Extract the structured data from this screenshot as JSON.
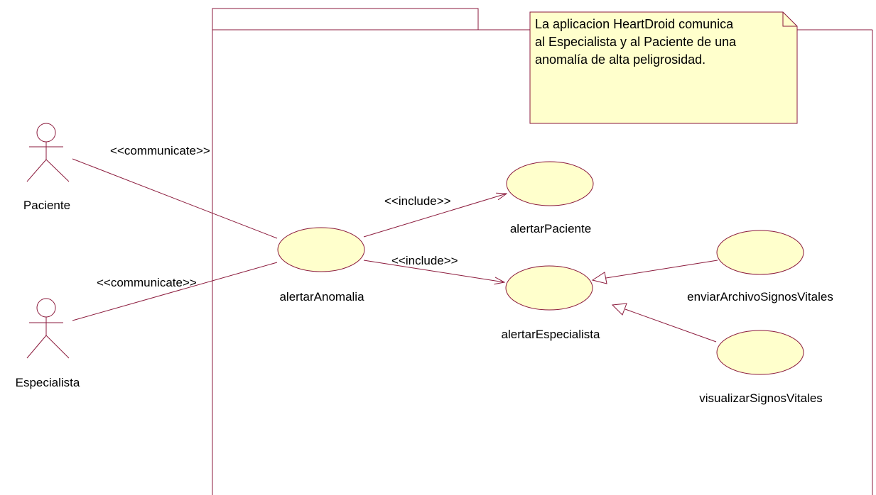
{
  "colors": {
    "line": "#8b1a3c",
    "use_case_fill": "#ffffcc",
    "note_fill": "#ffffcc",
    "text": "#000000",
    "background": "#ffffff"
  },
  "note": {
    "lines": [
      "La aplicacion HeartDroid comunica",
      "al Especialista y al Paciente de una",
      "anomalía de alta peligrosidad."
    ]
  },
  "actors": [
    {
      "id": "paciente",
      "label": "Paciente"
    },
    {
      "id": "especialista",
      "label": "Especialista"
    }
  ],
  "use_cases": [
    {
      "id": "alertarAnomalia",
      "label": "alertarAnomalia"
    },
    {
      "id": "alertarPaciente",
      "label": "alertarPaciente"
    },
    {
      "id": "alertarEspecialista",
      "label": "alertarEspecialista"
    },
    {
      "id": "enviarArchivoSignosVitales",
      "label": "enviarArchivoSignosVitales"
    },
    {
      "id": "visualizarSignosVitales",
      "label": "visualizarSignosVitales"
    }
  ],
  "relationships": [
    {
      "from": "paciente",
      "to": "alertarAnomalia",
      "type": "communicate",
      "label": "<<communicate>>"
    },
    {
      "from": "especialista",
      "to": "alertarAnomalia",
      "type": "communicate",
      "label": "<<communicate>>"
    },
    {
      "from": "alertarAnomalia",
      "to": "alertarPaciente",
      "type": "include",
      "label": "<<include>>"
    },
    {
      "from": "alertarAnomalia",
      "to": "alertarEspecialista",
      "type": "include",
      "label": "<<include>>"
    },
    {
      "from": "enviarArchivoSignosVitales",
      "to": "alertarEspecialista",
      "type": "generalization",
      "label": ""
    },
    {
      "from": "visualizarSignosVitales",
      "to": "alertarEspecialista",
      "type": "generalization",
      "label": ""
    }
  ]
}
